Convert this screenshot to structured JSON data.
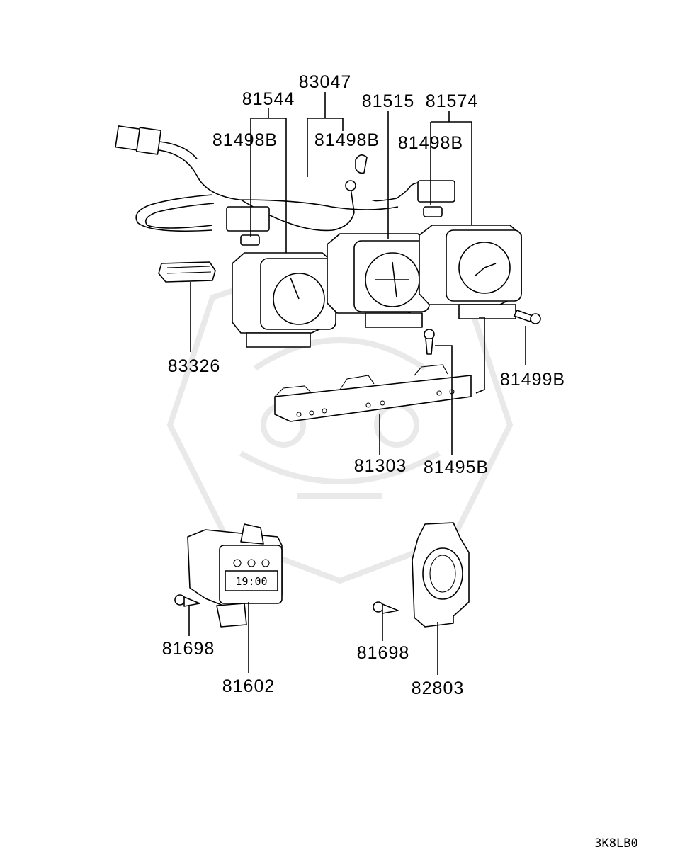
{
  "labels": {
    "p83047": "83047",
    "p81544": "81544",
    "p81515": "81515",
    "p81574": "81574",
    "p81498b_left": "81498B",
    "p81498b_mid": "81498B",
    "p81498b_right": "81498B",
    "p83326": "83326",
    "p81499b": "81499B",
    "p81303": "81303",
    "p81495b": "81495B",
    "p81698_left": "81698",
    "p81698_right": "81698",
    "p81602": "81602",
    "p82803": "82803"
  },
  "clock_display": "19:00",
  "diagram_code": "3K8LB0"
}
